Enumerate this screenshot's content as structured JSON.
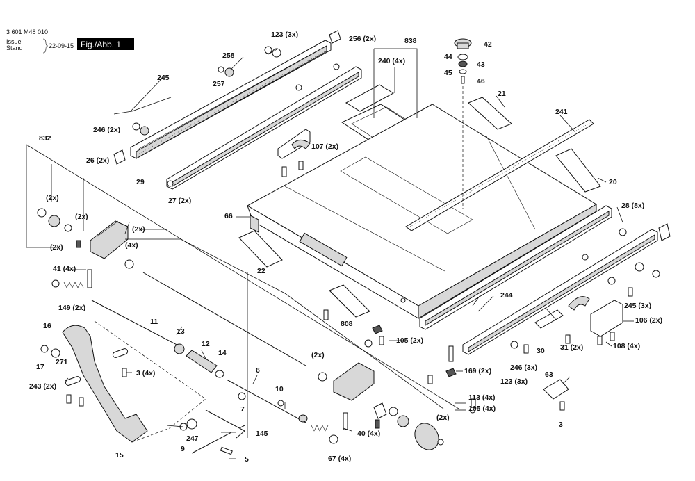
{
  "header": {
    "part_number": "3 601 M48 010",
    "issue_label": "Issue",
    "stand_label": "Stand",
    "date": "22-09-15",
    "figure": "Fig./Abb. 1"
  },
  "labels": {
    "l123a": "123 (3x)",
    "l256": "256 (2x)",
    "l838": "838",
    "l42": "42",
    "l44": "44",
    "l43": "43",
    "l45": "45",
    "l46": "46",
    "l240": "240 (4x)",
    "l258": "258",
    "l257": "257",
    "l245": "245",
    "l21": "21",
    "l241": "241",
    "l246a": "246 (2x)",
    "l107": "107 (2x)",
    "l832": "832",
    "l26": "26 (2x)",
    "l29": "29",
    "l27": "27 (2x)",
    "l20": "20",
    "l2xa": "(2x)",
    "l2xb": "(2x)",
    "l2xc": "(2x)",
    "l2xd": "(2x)",
    "l66": "66",
    "l28": "28 (8x)",
    "l4x": "(4x)",
    "l41": "41 (4x)",
    "l22": "22",
    "l149": "149 (2x)",
    "l244": "244",
    "l245b": "245 (3x)",
    "l11": "11",
    "l16": "16",
    "l13": "13",
    "l808": "808",
    "l106": "106 (2x)",
    "l105a": "105 (2x)",
    "l12": "12",
    "l30": "30",
    "l31": "31 (2x)",
    "l108": "108 (4x)",
    "l17": "17",
    "l271": "271",
    "l14": "14",
    "l2xe": "(2x)",
    "l246b": "246 (3x)",
    "l3a": "3 (4x)",
    "l6": "6",
    "l169": "169 (2x)",
    "l123b": "123 (3x)",
    "l63": "63",
    "l243": "243 (2x)",
    "l10": "10",
    "l7": "7",
    "l113": "113 (4x)",
    "l105b": "105 (4x)",
    "l2xf": "(2x)",
    "l145": "145",
    "l40": "40 (4x)",
    "l247": "247",
    "l9": "9",
    "l3b": "3",
    "l15": "15",
    "l5": "5",
    "l67": "67 (4x)"
  }
}
